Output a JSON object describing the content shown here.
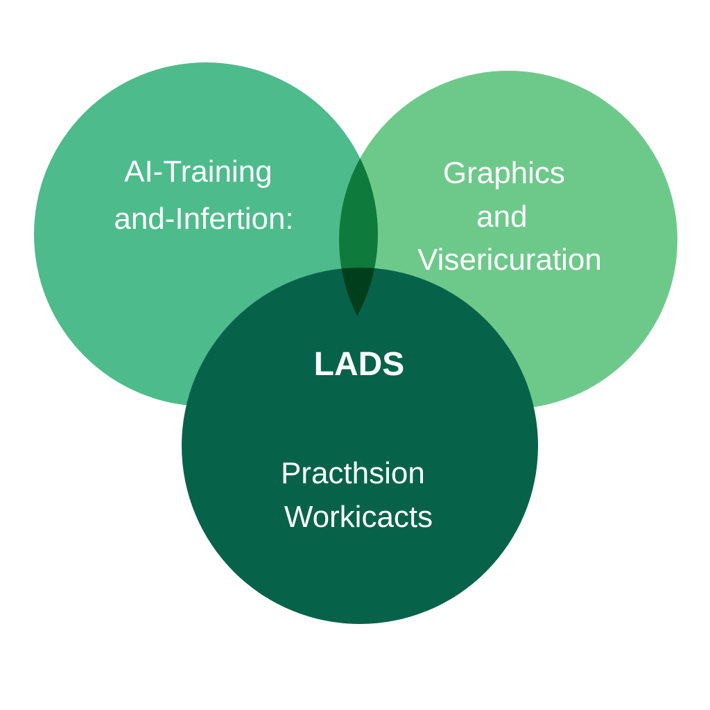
{
  "diagram": {
    "type": "venn",
    "center_label": "LADS",
    "colors": {
      "left": "#4dbb8b",
      "right": "#6dc98a",
      "bottom": "#06634a",
      "overlap_top": "#0e7a3c",
      "core": "#003f1c"
    },
    "sets": [
      {
        "position": "top-left",
        "lines": [
          "AI-Training",
          "and-Infertion:"
        ]
      },
      {
        "position": "top-right",
        "lines": [
          "Graphics",
          "and",
          "Visericuration"
        ]
      },
      {
        "position": "bottom",
        "lines": [
          "Practhsion",
          "Workicacts"
        ]
      }
    ]
  }
}
